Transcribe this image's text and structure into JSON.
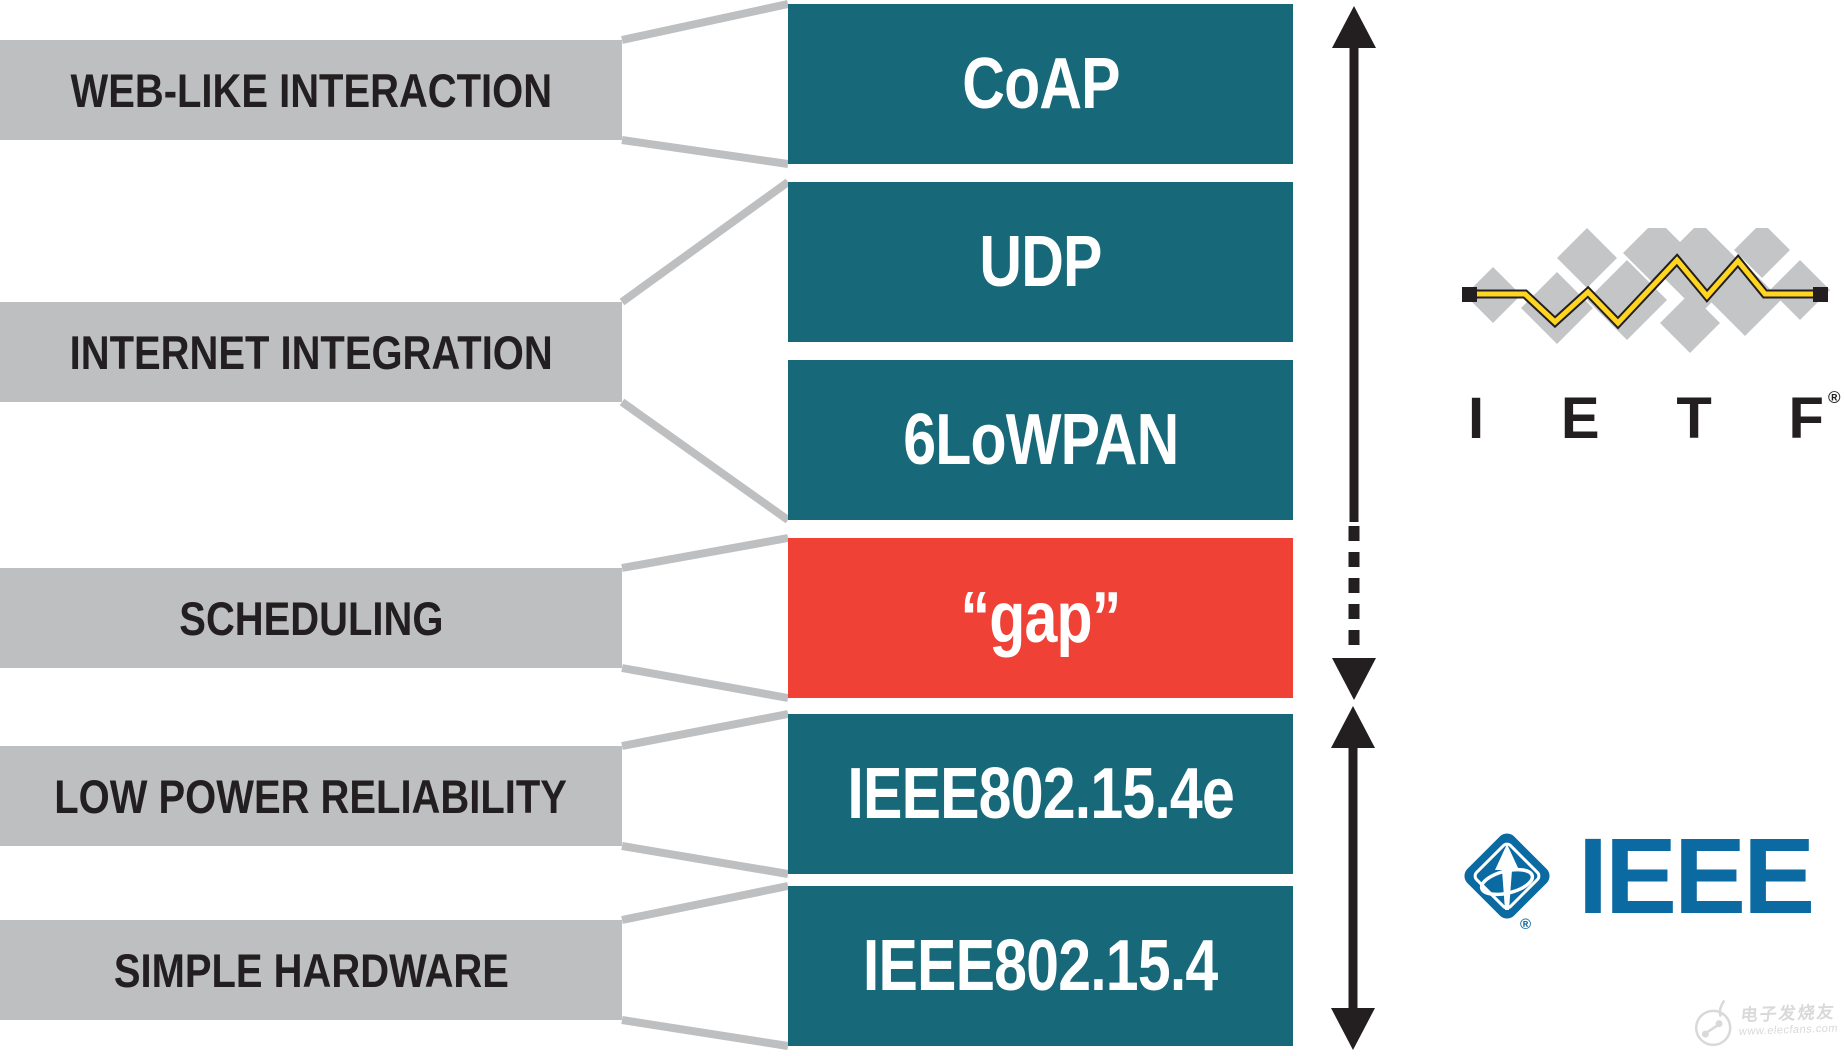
{
  "palette": {
    "teal": "#176878",
    "red": "#EF4136",
    "bar_gray": "#BDBFC1",
    "arrow_black": "#231F20",
    "ieee_blue": "#0A6AA1",
    "ietf_yellow": "#FFD520",
    "watermark_gray": "#D9D9D9"
  },
  "requirement_labels": [
    {
      "text": "WEB-LIKE INTERACTION"
    },
    {
      "text": "INTERNET INTEGRATION"
    },
    {
      "text": "SCHEDULING"
    },
    {
      "text": "LOW POWER RELIABILITY"
    },
    {
      "text": "SIMPLE HARDWARE"
    }
  ],
  "stack_layers": [
    {
      "text": "CoAP",
      "color": "teal"
    },
    {
      "text": "UDP",
      "color": "teal"
    },
    {
      "text": "6LoWPAN",
      "color": "teal"
    },
    {
      "text": "“gap”",
      "color": "red"
    },
    {
      "text": "IEEE802.15.4e",
      "color": "teal"
    },
    {
      "text": "IEEE802.15.4",
      "color": "teal"
    }
  ],
  "arrows": {
    "ietf_scope": "double-headed vertical arrow, dashed across gap",
    "ieee_scope": "double-headed vertical arrow"
  },
  "logos": {
    "ietf": {
      "letters": [
        "I",
        "E",
        "T",
        "F"
      ],
      "registered": "®"
    },
    "ieee": {
      "wordmark": "IEEE",
      "registered": "®"
    }
  },
  "watermark": {
    "line1": "电子发烧友",
    "line2": "www.elecfans.com"
  }
}
